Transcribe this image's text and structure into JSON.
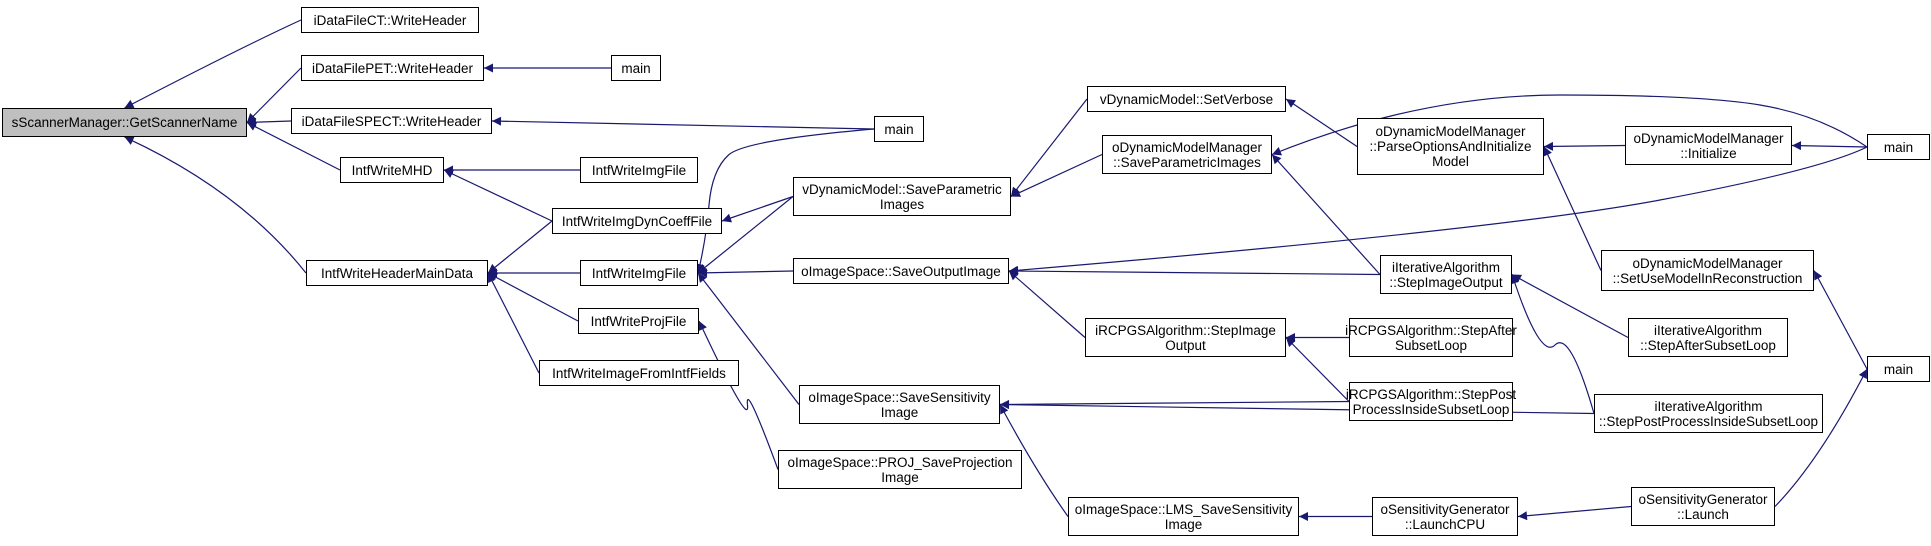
{
  "graph": {
    "edge_color": "#191970",
    "root_fill": "#bfbfbf",
    "nodes": {
      "root": "sScannerManager::GetScannerName",
      "ct_wh": "iDataFileCT::WriteHeader",
      "pet_wh": "iDataFilePET::WriteHeader",
      "main_pet": "main",
      "spect_wh": "iDataFileSPECT::WriteHeader",
      "main_spect": "main",
      "mhd": "IntfWriteMHD",
      "imgfile_a": "IntfWriteImgFile",
      "dyncoeff": "IntfWriteImgDynCoeffFile",
      "hdr_main": "IntfWriteHeaderMainData",
      "imgfile_b": "IntfWriteImgFile",
      "projfile": "IntfWriteProjFile",
      "imgfromintf": "IntfWriteImageFromIntfFields",
      "vdm_savepar": [
        "vDynamicModel::SaveParametric",
        "Images"
      ],
      "vdm_setverbose": "vDynamicModel::SetVerbose",
      "odmm_savepar": [
        "oDynamicModelManager",
        "::SaveParametricImages"
      ],
      "odmm_parse": [
        "oDynamicModelManager",
        "::ParseOptionsAndInitialize",
        "Model"
      ],
      "odmm_init": [
        "oDynamicModelManager",
        "::Initialize"
      ],
      "main_top": "main",
      "ois_saveout": "oImageSpace::SaveOutputImage",
      "iter_stepout": [
        "iIterativeAlgorithm",
        "::StepImageOutput"
      ],
      "odmm_setuse": [
        "oDynamicModelManager",
        "::SetUseModelInReconstruction"
      ],
      "rcpgs_stepout": [
        "iRCPGSAlgorithm::StepImage",
        "Output"
      ],
      "rcpgs_after": [
        "iRCPGSAlgorithm::StepAfter",
        "SubsetLoop"
      ],
      "iter_after": [
        "iIterativeAlgorithm",
        "::StepAfterSubsetLoop"
      ],
      "main_right": "main",
      "ois_savesens": [
        "oImageSpace::SaveSensitivity",
        "Image"
      ],
      "rcpgs_post": [
        "iRCPGSAlgorithm::StepPost",
        "ProcessInsideSubsetLoop"
      ],
      "iter_post": [
        "iIterativeAlgorithm",
        "::StepPostProcessInsideSubsetLoop"
      ],
      "ois_proj": [
        "oImageSpace::PROJ_SaveProjection",
        "Image"
      ],
      "ois_lms": [
        "oImageSpace::LMS_SaveSensitivity",
        "Image"
      ],
      "osg_cpu": [
        "oSensitivityGenerator",
        "::LaunchCPU"
      ],
      "osg_launch": [
        "oSensitivityGenerator",
        "::Launch"
      ]
    }
  }
}
